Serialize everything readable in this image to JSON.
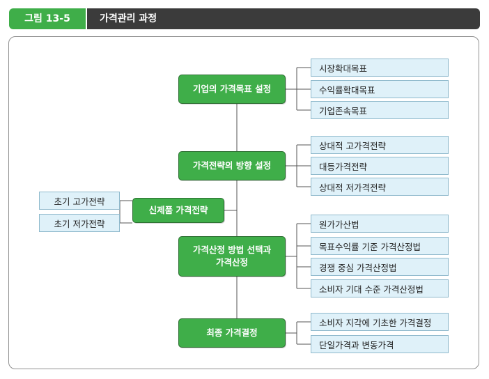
{
  "header": {
    "tag": "그림 13-5",
    "title": "가격관리 과정"
  },
  "center": {
    "nodes": [
      "기업의 가격목표 설정",
      "가격전략의 방향 설정",
      "신제품 가격전략",
      "가격산정 방법 선택과\n가격산정",
      "최종 가격결정"
    ]
  },
  "leaves": {
    "goals": [
      "시장확대목표",
      "수익률확대목표",
      "기업존속목표"
    ],
    "direction": [
      "상대적 고가격전략",
      "대등가격전략",
      "상대적 저가격전략"
    ],
    "newproduct": [
      "초기 고가전략",
      "초기 저가전략"
    ],
    "method": [
      "원가가산법",
      "목표수익률 기준 가격산정법",
      "경쟁 중심 가격산정법",
      "소비자 기대 수준 가격산정법"
    ],
    "final": [
      "소비자 지각에 기초한 가격결정",
      "단일가격과 변동가격"
    ]
  },
  "colors": {
    "node": "#3fae49",
    "leaf": "#dff1f9",
    "header_dark": "#3b3b3b",
    "line": "#555555"
  }
}
